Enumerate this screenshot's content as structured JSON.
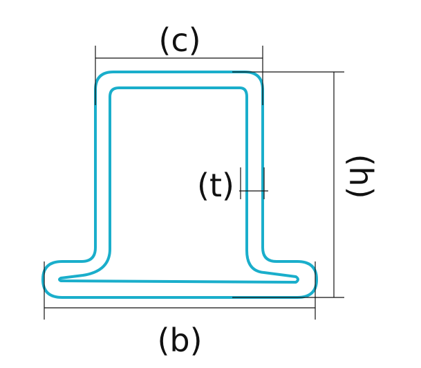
{
  "diagram": {
    "labels": {
      "top_width": "(c)",
      "bottom_width": "(b)",
      "height": "(h)",
      "thickness": "(t)"
    },
    "colors": {
      "profile_stroke": "#1aaecb",
      "dimension_lines": "#111111",
      "background": "#ffffff"
    }
  }
}
